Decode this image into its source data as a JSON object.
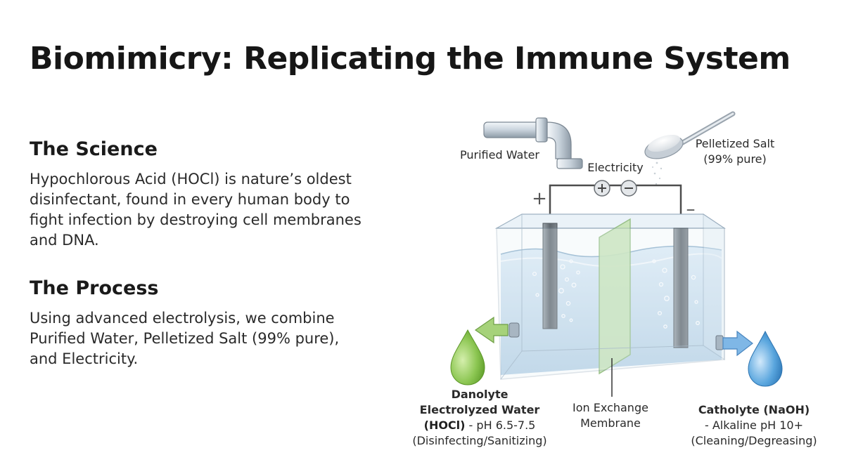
{
  "title": "Biomimicry: Replicating the Immune System",
  "science": {
    "heading": "The Science",
    "body": "Hypochlorous Acid (HOCl) is nature’s oldest disinfectant, found in every human body to fight infection by destroying cell membranes and DNA."
  },
  "process": {
    "heading": "The Process",
    "body": "Using advanced electrolysis, we combine Purified Water, Pelletized Salt (99% pure), and Electricity."
  },
  "diagram": {
    "purified_water": "Purified Water",
    "electricity": "Electricity",
    "salt_line1": "Pelletized Salt",
    "salt_line2": "(99% pure)",
    "plus": "+",
    "minus": "–",
    "danolyte": {
      "line1": "Danolyte",
      "line2": "Electrolyzed Water",
      "line3_bold": "(HOCl)",
      "line3_rest": " - pH 6.5-7.5",
      "line4": "(Disinfecting/Sanitizing)"
    },
    "membrane": {
      "line1": "Ion Exchange",
      "line2": "Membrane"
    },
    "catholyte": {
      "line1": "Catholyte (NaOH)",
      "line2": "- Alkaline pH 10+",
      "line3": "(Cleaning/Degreasing)"
    },
    "colors": {
      "danolyte_green": "#7dbb3e",
      "catholyte_blue": "#3d8fcf",
      "water": "#cfe3f1",
      "membrane": "#b9dca6"
    }
  }
}
